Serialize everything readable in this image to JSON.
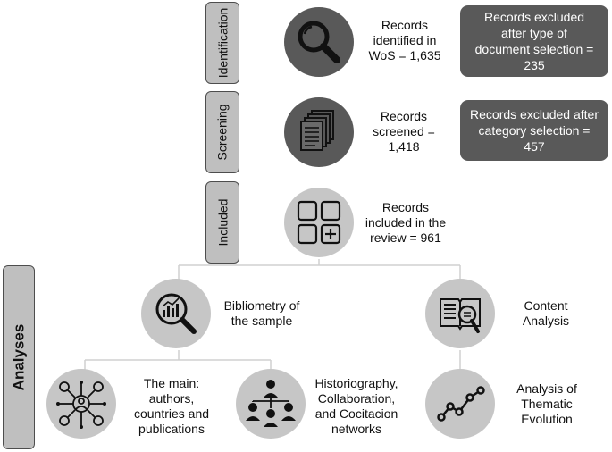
{
  "stages": {
    "identification": "Identification",
    "screening": "Screening",
    "included": "Included",
    "analyses": "Analyses"
  },
  "records": {
    "identified": [
      "Records",
      "identified in",
      "WoS = 1,635"
    ],
    "screened": [
      "Records",
      "screened =",
      "1,418"
    ],
    "included": [
      "Records",
      "included in the",
      "review = 961"
    ]
  },
  "exclusions": {
    "document_type": [
      "Records excluded",
      "after type of",
      "document selection =",
      "235"
    ],
    "category": [
      "Records excluded after",
      "category selection =",
      "457"
    ]
  },
  "analyses": {
    "bibliometry": [
      "Bibliometry  of",
      "the sample"
    ],
    "content": [
      "Content",
      "Analysis"
    ],
    "main": [
      "The main:",
      "authors,",
      "countries and",
      "publications"
    ],
    "networks": [
      "Historiography,",
      "Collaboration,",
      "and Cocitacion",
      "networks"
    ],
    "thematic": [
      "Analysis of",
      "Thematic",
      "Evolution"
    ]
  },
  "icons": {
    "identification": "magnifier-icon",
    "screening": "documents-stack-icon",
    "included": "grid-plus-icon",
    "bibliometry": "chart-magnifier-icon",
    "content": "book-magnifier-icon",
    "main": "network-people-icon",
    "networks": "org-hierarchy-icon",
    "thematic": "trend-line-icon"
  },
  "colors": {
    "circle_light": "#c6c6c6",
    "circle_dark": "#595959",
    "box_dark": "#595959",
    "stage_label": "#bfbfbf"
  }
}
